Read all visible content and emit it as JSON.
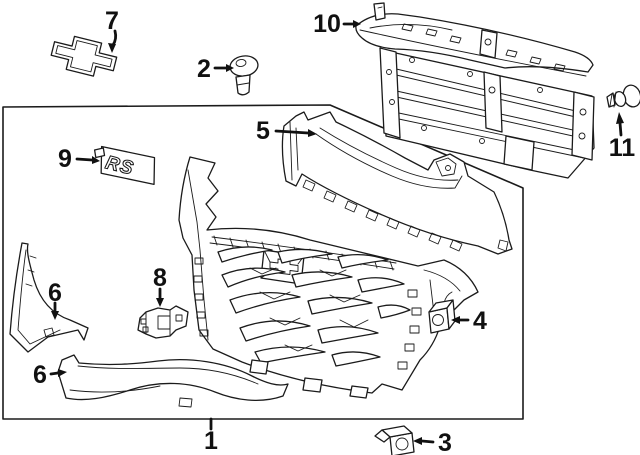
{
  "diagram": {
    "kind": "exploded-parts-line-diagram",
    "background_color": "#ffffff",
    "line_color": "#1b1b1b",
    "label_color": "#111111",
    "rs_emblem_text": "RS",
    "callouts": [
      {
        "label": "1",
        "part_ref": "grille-assembly"
      },
      {
        "label": "2",
        "part_ref": "emblem-bolt"
      },
      {
        "label": "3",
        "part_ref": "lower-clip-nut"
      },
      {
        "label": "4",
        "part_ref": "side-clip-nut"
      },
      {
        "label": "5",
        "part_ref": "upper-grille-support"
      },
      {
        "label": "6",
        "part_ref": "corner-molding"
      },
      {
        "label": "6",
        "part_ref": "lower-molding"
      },
      {
        "label": "7",
        "part_ref": "bowtie-emblem"
      },
      {
        "label": "8",
        "part_ref": "center-bracket"
      },
      {
        "label": "9",
        "part_ref": "rs-emblem"
      },
      {
        "label": "10",
        "part_ref": "shutter-assembly"
      },
      {
        "label": "11",
        "part_ref": "retainer-clip"
      }
    ]
  }
}
